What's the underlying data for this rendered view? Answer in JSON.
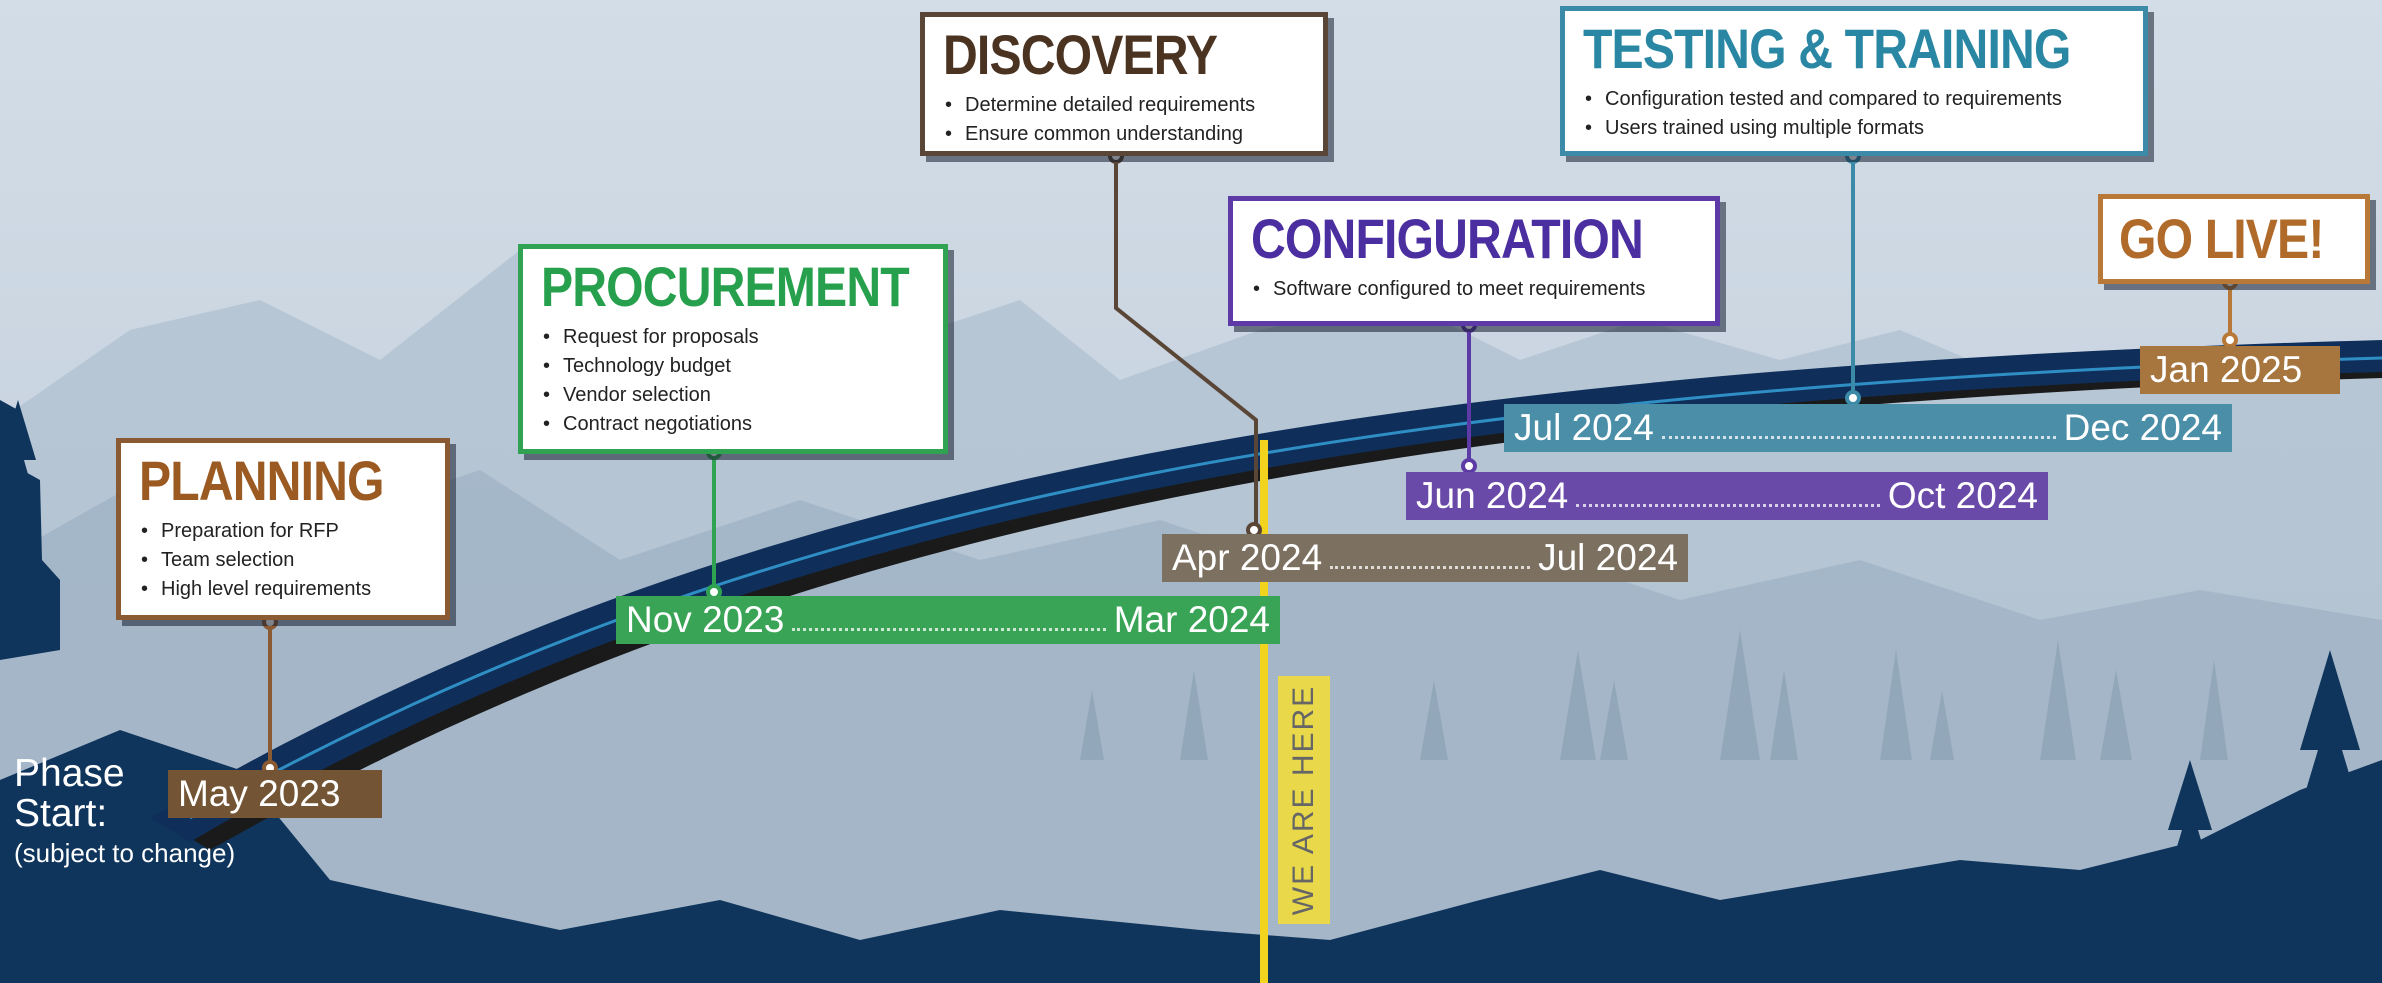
{
  "phase_start": {
    "label": "Phase Start:",
    "note": "(subject to change)"
  },
  "we_are_here": "WE ARE HERE",
  "colors": {
    "planning": "#7a5330",
    "procurement": "#2e9a4c",
    "discovery": "#5a4636",
    "configuration": "#5b3aa0",
    "testing": "#3f8ca5",
    "golive": "#c07a30",
    "timeline": "#0f2f5a",
    "marker": "#f2d41f"
  },
  "phases": [
    {
      "id": "planning",
      "title": "PLANNING",
      "title_color": "#9b5a22",
      "border": "#8a5a33",
      "bullets": [
        "Preparation for RFP",
        "Team selection",
        "High level requirements"
      ],
      "start": "May 2023",
      "end": ""
    },
    {
      "id": "procurement",
      "title": "PROCUREMENT",
      "title_color": "#26a04c",
      "border": "#2fa352",
      "bullets": [
        "Request for proposals",
        "Technology budget",
        "Vendor selection",
        "Contract negotiations"
      ],
      "start": "Nov 2023",
      "end": "Mar 2024"
    },
    {
      "id": "discovery",
      "title": "DISCOVERY",
      "title_color": "#4b3322",
      "border": "#5a4636",
      "bullets": [
        "Determine detailed requirements",
        "Ensure common understanding"
      ],
      "start": "Apr 2024",
      "end": "Jul 2024"
    },
    {
      "id": "configuration",
      "title": "CONFIGURATION",
      "title_color": "#4b2ea0",
      "border": "#5d3aa5",
      "bullets": [
        "Software configured to meet requirements"
      ],
      "start": "Jun 2024",
      "end": "Oct 2024"
    },
    {
      "id": "testing",
      "title": "TESTING & TRAINING",
      "title_color": "#2a87a4",
      "border": "#3a8aa8",
      "bullets": [
        "Configuration tested and compared to requirements",
        "Users trained using multiple formats"
      ],
      "start": "Jul 2024",
      "end": "Dec 2024"
    },
    {
      "id": "golive",
      "title": "GO LIVE!",
      "title_color": "#b06a2a",
      "border": "#b87838",
      "bullets": [],
      "start": "Jan 2025",
      "end": ""
    }
  ]
}
